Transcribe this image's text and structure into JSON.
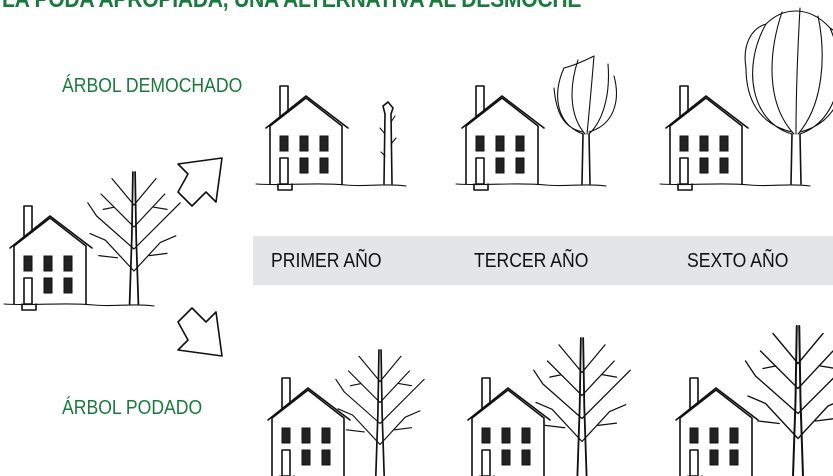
{
  "title": "LA PODA APROPIADA, UNA ALTERNATIVA AL DESMOCHE",
  "labels": {
    "topped": "ÁRBOL DEMOCHADO",
    "pruned": "ÁRBOL PODADO"
  },
  "years": [
    "PRIMER AÑO",
    "TERCER AÑO",
    "SEXTO AÑO"
  ],
  "colors": {
    "accent": "#1a7a3e",
    "band": "#e4e5e6"
  }
}
